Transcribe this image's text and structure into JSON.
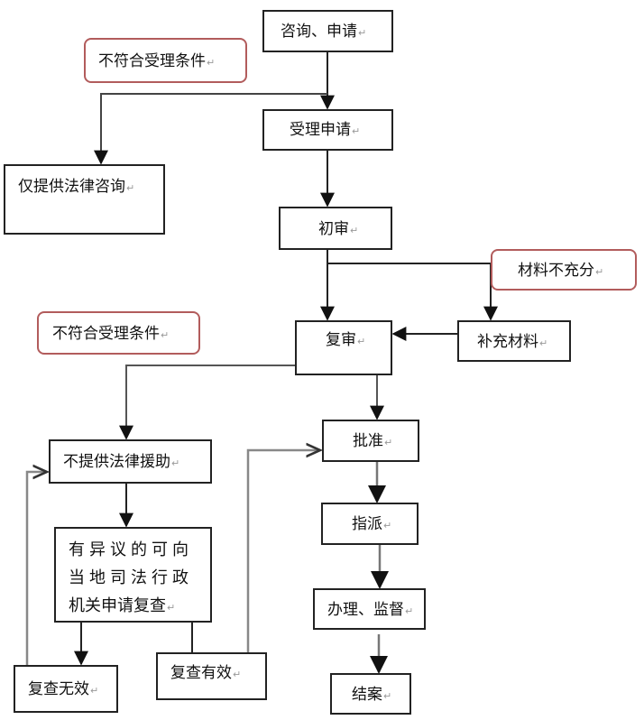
{
  "diagram": {
    "para_mark": "↵",
    "nodes": {
      "consult_apply": "咨询、申请",
      "accept_apply": "受理申请",
      "only_consult": "仅提供法律咨询",
      "first_review": "初审",
      "second_review": "复审",
      "supplement": "补充材料",
      "no_aid": "不提供法律援助",
      "objection_lines": [
        "有异议的可向",
        "当地司法行政",
        "机关申请复查"
      ],
      "recheck_invalid": "复查无效",
      "recheck_valid": "复查有效",
      "approve": "批准",
      "assign": "指派",
      "handle_supervise": "办理、监督",
      "close_case": "结案"
    },
    "conditions": {
      "not_qualified_1": "不符合受理条件",
      "insufficient_material": "材料不充分",
      "not_qualified_2": "不符合受理条件"
    },
    "colors": {
      "box_border": "#222222",
      "callout_border": "#b25c5c",
      "line": "#333333",
      "line_gray": "#777777"
    }
  }
}
